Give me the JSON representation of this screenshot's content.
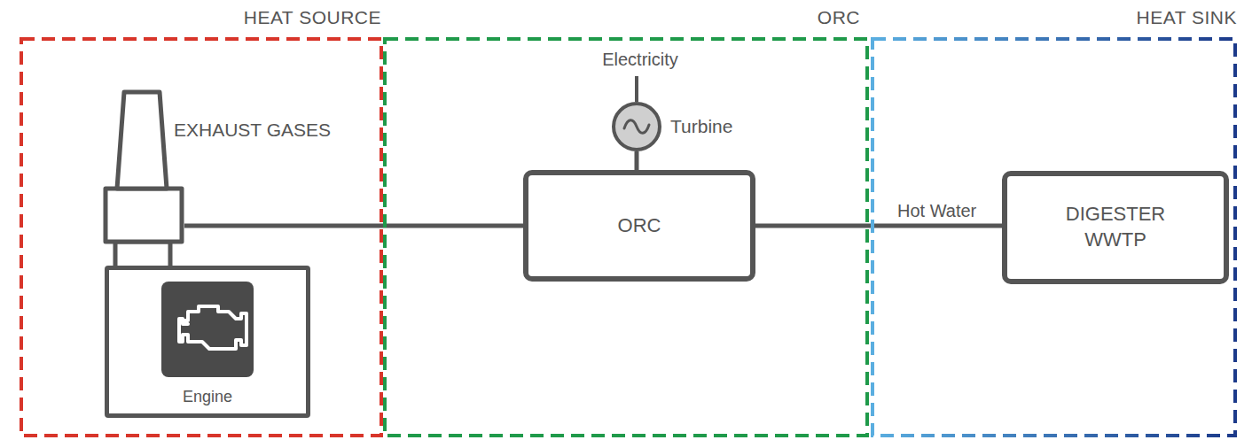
{
  "diagram": {
    "nodes": [
      {
        "text": [
          "HEAT SOURCE"
        ]
      },
      {
        "text": [
          "ORC"
        ]
      },
      {
        "text": [
          "HEAT SINK"
        ]
      },
      {
        "text": [
          "EXHAUST GASES"
        ],
        "in": 0
      },
      {
        "text": [
          "Engine"
        ],
        "in": 0
      },
      {
        "text": [
          "Turbine"
        ],
        "in": 1
      },
      {
        "text": [
          "ORC"
        ],
        "in": 1
      },
      {
        "text": [
          "DIGESTER WWTP"
        ],
        "in": 2
      }
    ],
    "edges": [
      {
        "from": 3,
        "to": 6,
        "arrow": "none"
      },
      {
        "from": 5,
        "to": 6,
        "arrow": "none"
      },
      {
        "from": 6,
        "to": 7,
        "arrow": "none",
        "label": "Hot Water"
      }
    ],
    "labels": [
      "Electricity"
    ]
  }
}
